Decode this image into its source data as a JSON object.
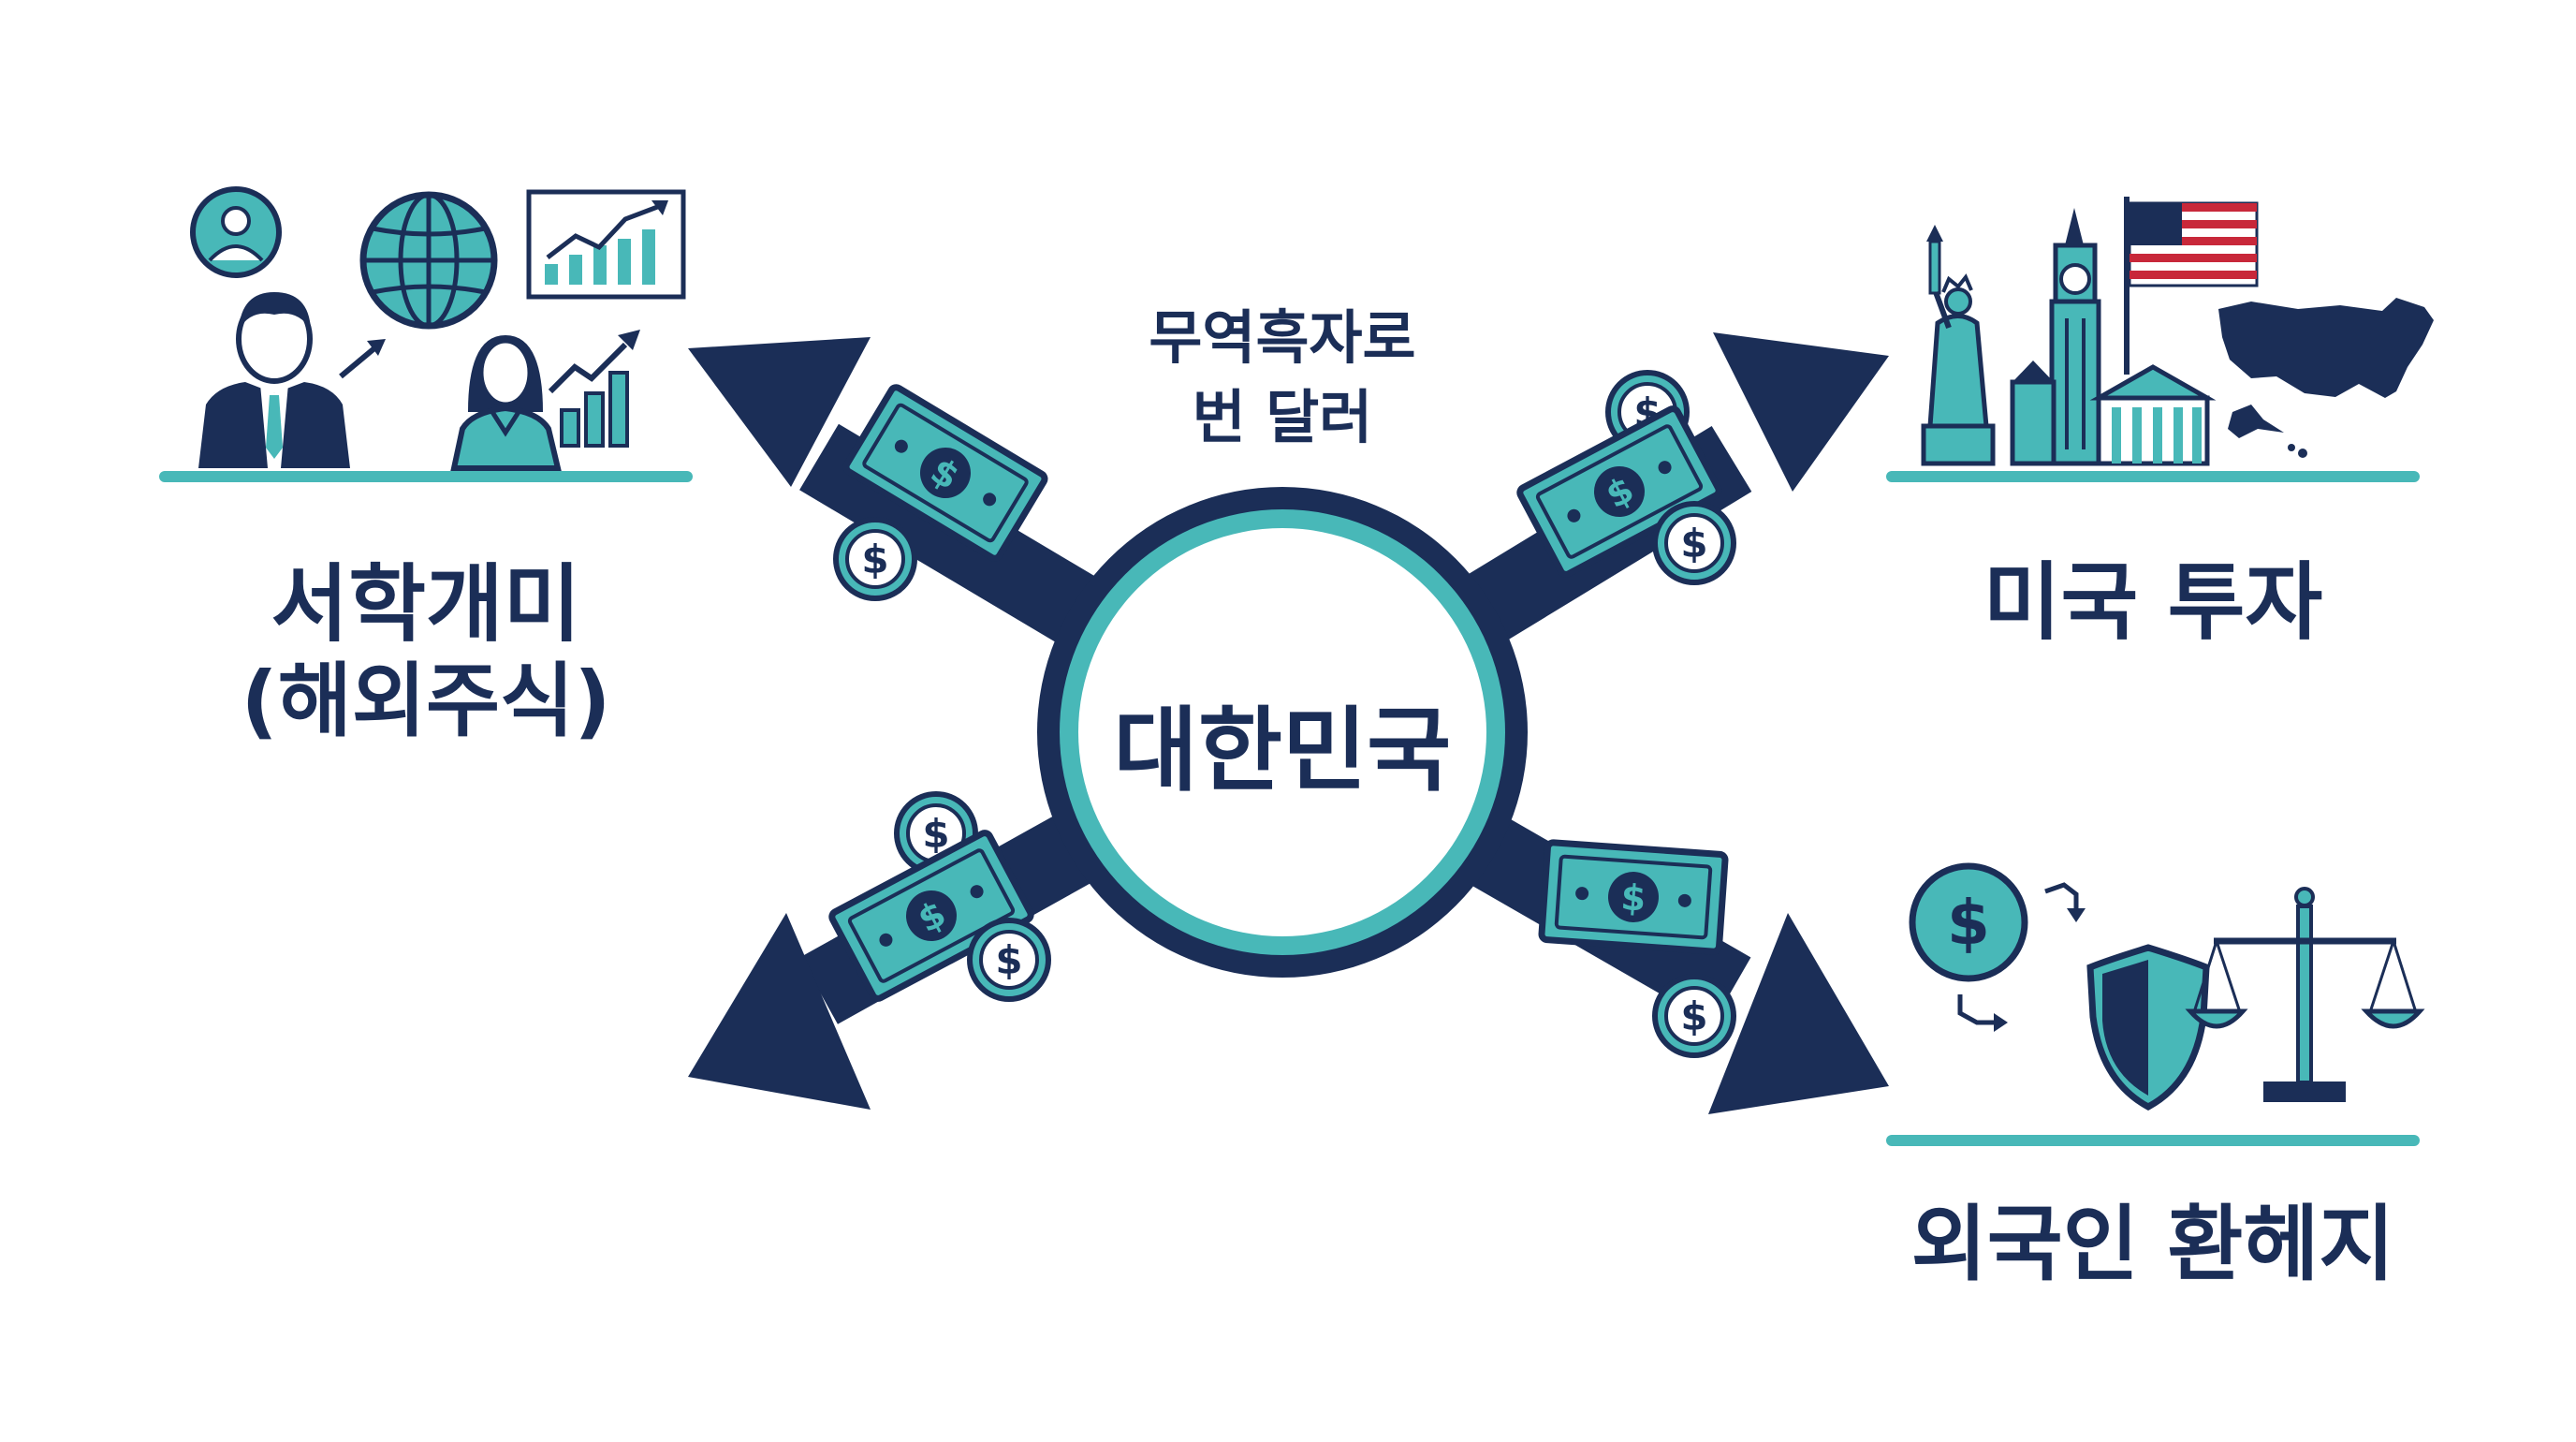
{
  "center": {
    "label": "대한민국"
  },
  "caption": {
    "line1": "무역흑자로",
    "line2": "번 달러"
  },
  "destinations": [
    {
      "id": "seohak",
      "label_line1": "서학개미",
      "label_line2": "(해외주식)"
    },
    {
      "id": "us-investment",
      "label_line1": "미국 투자"
    },
    {
      "id": "fx-hedge",
      "label_line1": "외국인 환헤지"
    }
  ],
  "currency_symbol": "$",
  "colors": {
    "navy": "#1b2e57",
    "teal": "#48b8b8",
    "teal_dark": "#2a9a9c",
    "flag_red": "#c8283a"
  },
  "icons": [
    "person-icon",
    "globe-icon",
    "growth-chart-icon",
    "businessman-icon",
    "businesswoman-icon",
    "bar-chart-icon",
    "statue-of-liberty-icon",
    "clock-tower-icon",
    "capitol-building-icon",
    "us-flag-icon",
    "us-map-icon",
    "dollar-coin-icon",
    "exchange-arrows-icon",
    "shield-icon",
    "balance-scale-icon",
    "banknote-icon"
  ]
}
